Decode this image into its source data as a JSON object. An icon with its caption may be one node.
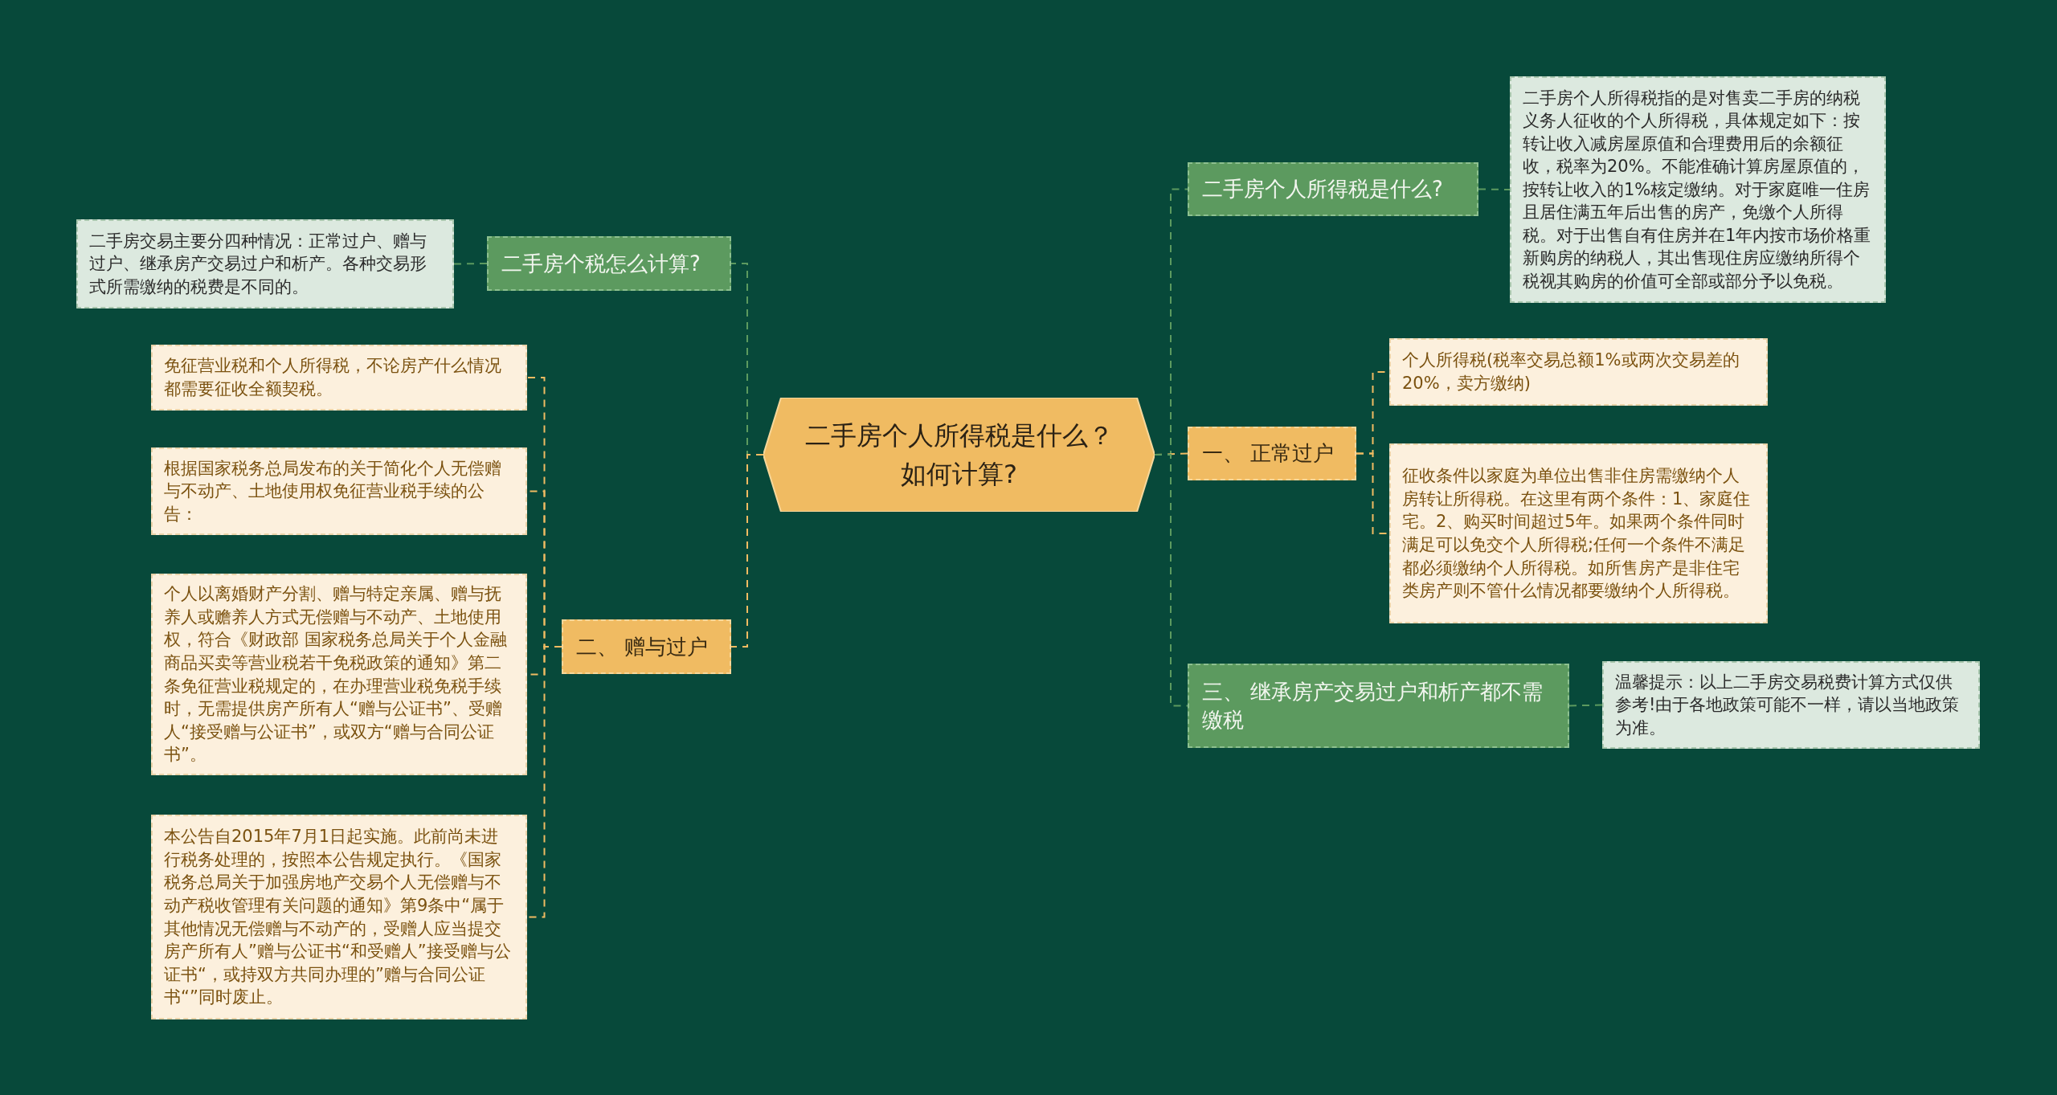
{
  "diagram": {
    "nodes": [
      {
        "text": [
          "二手房个人所得税是什么？如何计算?"
        ]
      },
      {
        "text": [
          "二手房个税怎么计算?"
        ]
      },
      {
        "text": [
          "二手房交易主要分四种情况：正常过户、赠与过户、继承房产交易过户和析产。各种交易形式所需缴纳的税费是不同的。"
        ]
      },
      {
        "text": [
          "二、 赠与过户"
        ]
      },
      {
        "text": [
          "免征营业税和个人所得税，不论房产什么情况都需要征收全额契税。"
        ]
      },
      {
        "text": [
          "根据国家税务总局发布的关于简化个人无偿赠与不动产、土地使用权免征营业税手续的公告："
        ]
      },
      {
        "text": [
          "个人以离婚财产分割、赠与特定亲属、赠与抚养人或赡养人方式无偿赠与不动产、土地使用权，符合《财政部 国家税务总局关于个人金融商品买卖等营业税若干免税政策的通知》第二条免征营业税规定的，在办理营业税免税手续时，无需提供房产所有人“赠与公证书”、受赠人“接受赠与公证书”，或双方“赠与合同公证书”。"
        ]
      },
      {
        "text": [
          "本公告自2015年7月1日起实施。此前尚未进行税务处理的，按照本公告规定执行。《国家税务总局关于加强房地产交易个人无偿赠与不动产税收管理有关问题的通知》第9条中“属于其他情况无偿赠与不动产的，受赠人应当提交房产所有人”赠与公证书“和受赠人”接受赠与公证书“，或持双方共同办理的”赠与合同公证书“”同时废止。"
        ]
      },
      {
        "text": [
          "二手房个人所得税是什么?"
        ]
      },
      {
        "text": [
          "二手房个人所得税指的是对售卖二手房的纳税义务人征收的个人所得税，具体规定如下：按转让收入减房屋原值和合理费用后的余额征收，税率为20%。不能准确计算房屋原值的，按转让收入的1%核定缴纳。对于家庭唯一住房且居住满五年后出售的房产，免缴个人所得税。对于出售自有住房并在1年内按市场价格重新购房的纳税人，其出售现住房应缴纳所得个税视其购房的价值可全部或部分予以免税。"
        ]
      },
      {
        "text": [
          "一、 正常过户"
        ]
      },
      {
        "text": [
          "个人所得税(税率交易总额1%或两次交易差的20%，卖方缴纳)"
        ]
      },
      {
        "text": [
          "征收条件以家庭为单位出售非住房需缴纳个人房转让所得税。在这里有两个条件：1、家庭住宅。2、购买时间超过5年。如果两个条件同时满足可以免交个人所得税;任何一个条件不满足都必须缴纳个人所得税。如所售房产是非住宅类房产则不管什么情况都要缴纳个人所得税。"
        ]
      },
      {
        "text": [
          "三、 继承房产交易过户和析产都不需缴税"
        ]
      },
      {
        "text": [
          "温馨提示：以上二手房交易税费计算方式仅供参考!由于各地政策可能不一样，请以当地政策为准。"
        ]
      }
    ],
    "edges": [
      {
        "from": 0,
        "to": 1,
        "arrow": "none",
        "style": "dashed",
        "color": "#5c9a5f"
      },
      {
        "from": 1,
        "to": 2,
        "arrow": "none",
        "style": "dashed",
        "color": "#5c9a5f"
      },
      {
        "from": 0,
        "to": 3,
        "arrow": "none",
        "style": "dashed"
      },
      {
        "from": 3,
        "to": 4,
        "arrow": "none",
        "style": "dashed"
      },
      {
        "from": 3,
        "to": 5,
        "arrow": "none",
        "style": "dashed"
      },
      {
        "from": 3,
        "to": 6,
        "arrow": "none",
        "style": "dashed"
      },
      {
        "from": 3,
        "to": 7,
        "arrow": "none",
        "style": "dashed"
      },
      {
        "from": 0,
        "to": 8,
        "arrow": "none",
        "style": "dashed",
        "color": "#5c9a5f"
      },
      {
        "from": 8,
        "to": 9,
        "arrow": "none",
        "style": "dashed",
        "color": "#5c9a5f"
      },
      {
        "from": 0,
        "to": 10,
        "arrow": "none",
        "style": "dashed"
      },
      {
        "from": 10,
        "to": 11,
        "arrow": "none",
        "style": "dashed"
      },
      {
        "from": 10,
        "to": 12,
        "arrow": "none",
        "style": "dashed"
      },
      {
        "from": 0,
        "to": 13,
        "arrow": "none",
        "style": "dashed",
        "color": "#5c9a5f"
      },
      {
        "from": 13,
        "to": 14,
        "arrow": "none",
        "style": "dashed",
        "color": "#5c9a5f"
      }
    ]
  }
}
